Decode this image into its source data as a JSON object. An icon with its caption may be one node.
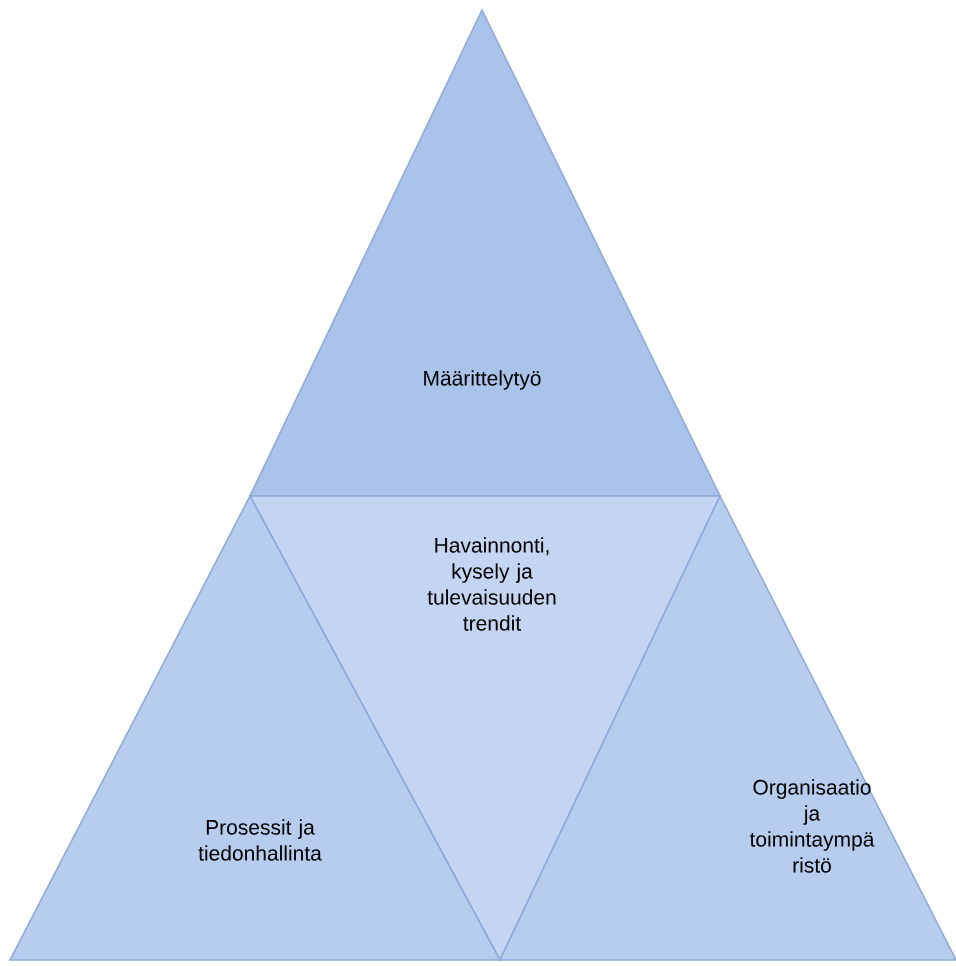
{
  "diagram": {
    "nodes": [
      {
        "text": [
          "Määrittelytyö"
        ]
      },
      {
        "text": [
          "Havainnonti, kysely ja tulevaisuuden trendit"
        ]
      },
      {
        "text": [
          "Prosessit ja tiedonhallinta"
        ]
      },
      {
        "text": [
          "Organisaatio ja toimintaympä ristö"
        ]
      }
    ]
  }
}
